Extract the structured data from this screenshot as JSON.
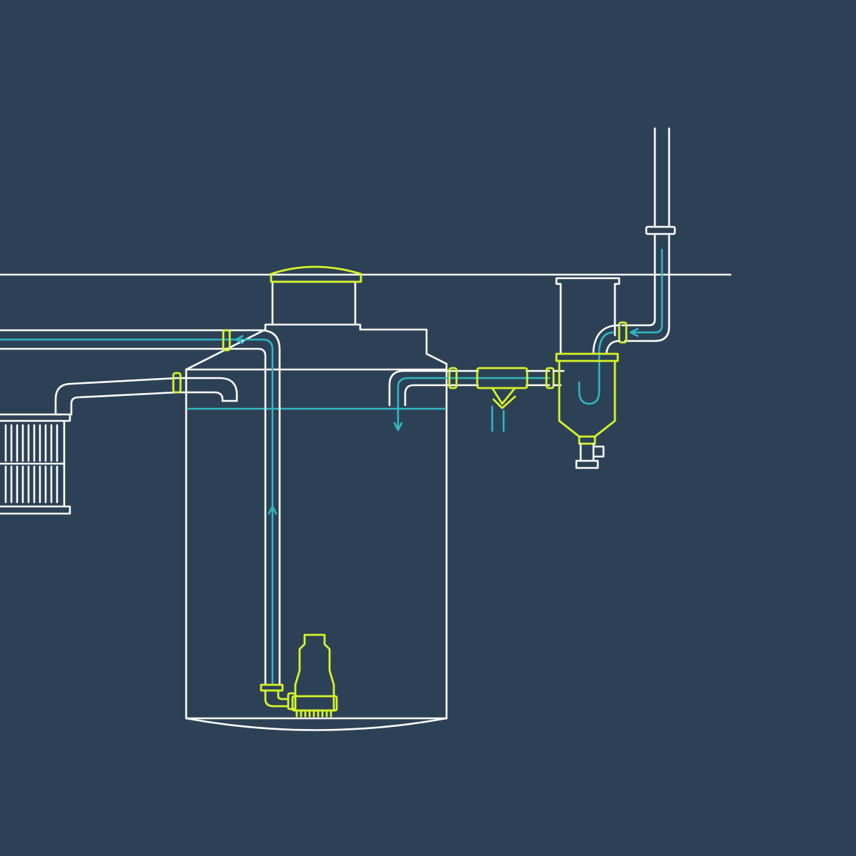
{
  "diagram": {
    "colors": {
      "background": "#2d4156",
      "outline": "#ffffff",
      "component": "#d7f428",
      "water": "#2fb7c0"
    },
    "components": [
      "ground-line",
      "tank",
      "tank-lid",
      "submersible-pump",
      "pump-riser-pipe",
      "inflow-pipe",
      "y-filter",
      "drain-trap",
      "downpipe",
      "overflow-pipe",
      "infiltration-crate",
      "supply-pipe"
    ]
  }
}
